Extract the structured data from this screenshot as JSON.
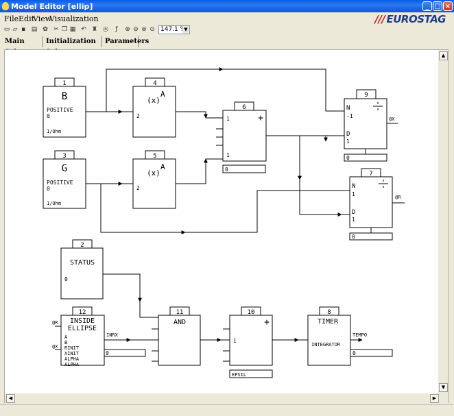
{
  "window": {
    "title": "Model Editor [ellip]"
  },
  "menu": {
    "file": "File",
    "edit": "Edit",
    "view": "View",
    "visualization": "Visualization"
  },
  "brand": {
    "logo": "EUROSTAG"
  },
  "toolbar": {
    "zoom": "147.1 %"
  },
  "tabs": [
    "Main Scheme",
    "Initialization Scheme",
    "Parameters"
  ],
  "blocks": {
    "b1": {
      "num": "1",
      "main": "B",
      "l1": "POSITIVE",
      "l2": "0",
      "l3": "1/Ohm"
    },
    "b3": {
      "num": "3",
      "main": "G",
      "l1": "POSITIVE",
      "l2": "0",
      "l3": "1/Ohm"
    },
    "b4": {
      "num": "4",
      "main": "(x)",
      "sup": "A",
      "in": "2"
    },
    "b5": {
      "num": "5",
      "main": "(x)",
      "sup": "A",
      "in": "2"
    },
    "b6": {
      "num": "6",
      "sym": "+",
      "in1": "1",
      "in2": "1",
      "box": "0"
    },
    "b9": {
      "num": "9",
      "n": "N",
      "nv": "-1",
      "d": "D",
      "dv": "1",
      "out": "@X",
      "box": "0"
    },
    "b7": {
      "num": "7",
      "n": "N",
      "nv": "1",
      "d": "D",
      "dv": "1",
      "out": "@R",
      "box": "0"
    },
    "b2": {
      "num": "2",
      "main": "STATUS",
      "v": "0"
    },
    "b12": {
      "num": "12",
      "t1": "INSIDE",
      "t2": "ELLIPSE",
      "params": [
        "A",
        "B",
        "RINIT",
        "XINIT",
        "ALPHA",
        "ALPHA"
      ],
      "out": "INRX",
      "in_r": "@R",
      "in_x": "@X",
      "box": "0"
    },
    "b11": {
      "num": "11",
      "main": "AND"
    },
    "b10": {
      "num": "10",
      "sym": "+",
      "in": "1",
      "box": "EPSIL"
    },
    "b8": {
      "num": "8",
      "main": "TIMER",
      "sub": "INTEGRATOR",
      "out": "TEMPO",
      "box": "0"
    }
  }
}
